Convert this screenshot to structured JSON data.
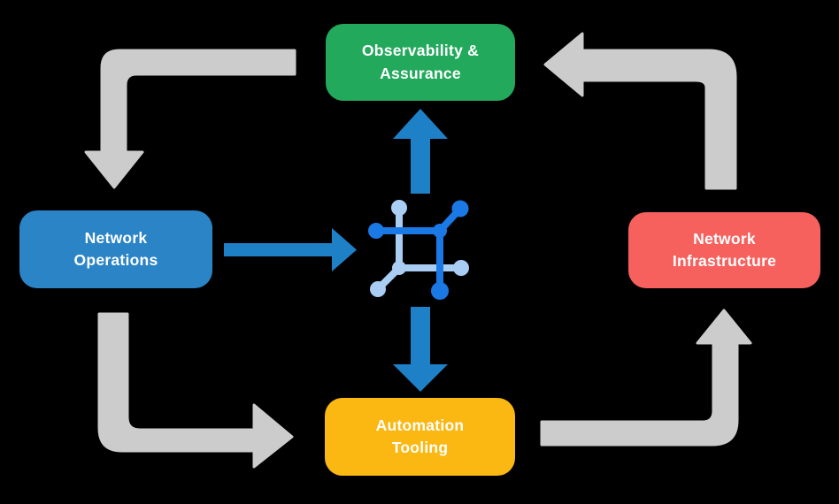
{
  "diagram": {
    "title": "",
    "nodes": {
      "observability": {
        "label": "Observability & Assurance"
      },
      "operations": {
        "label": "Network Operations"
      },
      "infrastructure": {
        "label": "Network Infrastructure"
      },
      "automation": {
        "label": "Automation Tooling"
      }
    },
    "center_icon": "network-hub-icon",
    "flows": [
      "observability -> operations",
      "operations -> automation",
      "automation -> infrastructure",
      "infrastructure -> observability",
      "operations -> hub",
      "hub -> observability",
      "hub -> automation"
    ]
  },
  "colors": {
    "green": "#23a95c",
    "blue": "#2a84c6",
    "red": "#f6615e",
    "yellow": "#fbb712",
    "arrow-gray": "#cccccc",
    "arrow-blue": "#1e81c8",
    "icon-blue-dark": "#1b79e6",
    "icon-blue-light": "#aacdf4",
    "background": "#000000",
    "text": "#ffffff"
  }
}
